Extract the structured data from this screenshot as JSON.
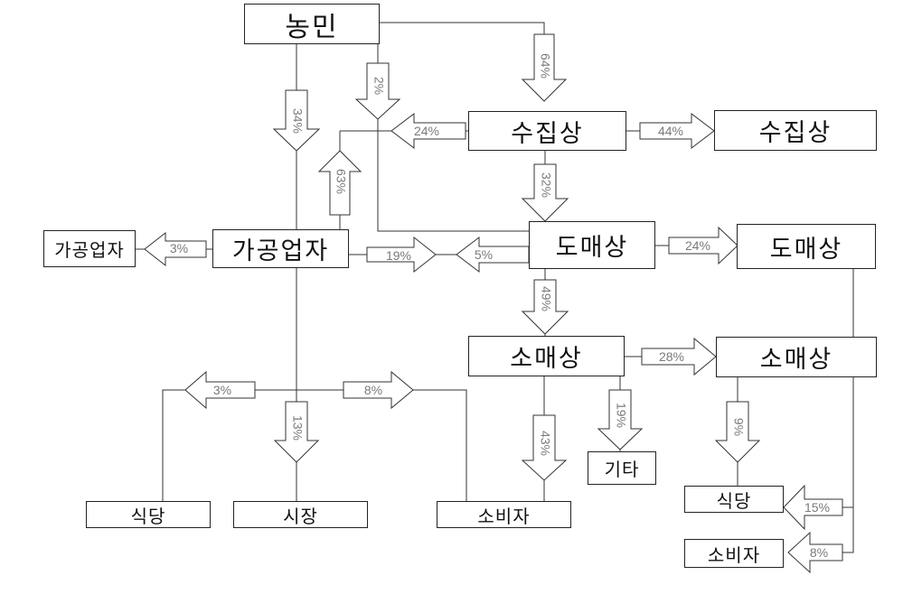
{
  "nodes": {
    "farmer": "농민",
    "collector": "수집상",
    "collector2": "수집상",
    "processor": "가공업자",
    "processor2": "가공업자",
    "wholesaler": "도매상",
    "wholesaler2": "도매상",
    "retailer": "소매상",
    "retailer2": "소매상",
    "restaurant_left": "식당",
    "market": "시장",
    "consumer_mid": "소비자",
    "other": "기타",
    "restaurant_right": "식당",
    "consumer_right": "소비자"
  },
  "flows": {
    "farmer_collector": "64%",
    "farmer_wholesaler": "2%",
    "farmer_processor": "34%",
    "collector_processor": "24%",
    "collector_collector2": "44%",
    "collector_wholesaler": "32%",
    "processor_up": "63%",
    "processor_processor2": "3%",
    "processor_wholesaler": "19%",
    "wholesaler_processor": "5%",
    "wholesaler_wholesaler2": "24%",
    "wholesaler_retailer": "49%",
    "retailer_retailer2": "28%",
    "retailer_other": "19%",
    "retailer_consumer": "43%",
    "processor_restaurant": "3%",
    "processor_market": "13%",
    "processor_consumer": "8%",
    "retailer2_restaurant": "9%",
    "retailer2_restaurant2": "15%",
    "retailer2_consumer": "8%"
  }
}
